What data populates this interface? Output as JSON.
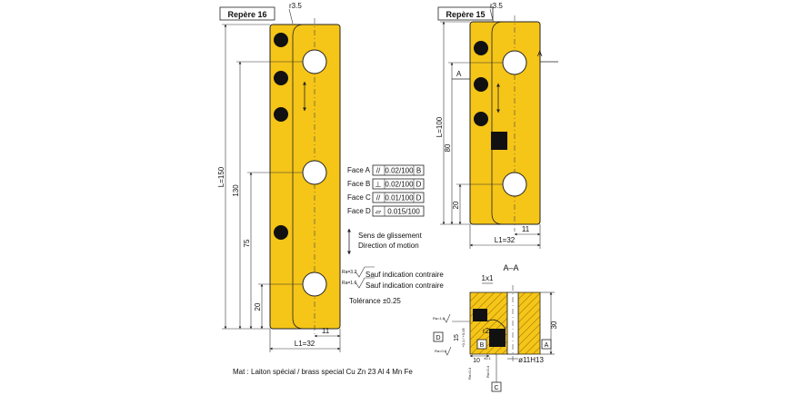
{
  "part16": {
    "label": "Repère 16",
    "radius": "r3.5",
    "dim_length": "L=150",
    "dim_130": "130",
    "dim_75": "75",
    "dim_20": "20",
    "dim_11": "11",
    "dim_width": "L1=32"
  },
  "part15": {
    "label": "Repère 15",
    "radius": "r3.5",
    "dim_length": "L=100",
    "dim_80": "80",
    "dim_20": "20",
    "dim_11": "11",
    "dim_width": "L1=32",
    "section_mark": "A"
  },
  "tolerances": {
    "rows": [
      {
        "face": "Face A",
        "symbol": "//",
        "value": "0.02/100",
        "ref": "B"
      },
      {
        "face": "Face B",
        "symbol": "⊥",
        "value": "0.02/100",
        "ref": "D"
      },
      {
        "face": "Face C",
        "symbol": "//",
        "value": "0.01/100",
        "ref": "D"
      },
      {
        "face": "Face D",
        "symbol": "▱",
        "value": "0.015/100",
        "ref": ""
      }
    ]
  },
  "motion": {
    "line1": "Sens de glissement",
    "line2": "Direction of motion"
  },
  "roughness": {
    "ra1": "Ra=3.2",
    "ra2": "Ra=1.6",
    "note1": "Sauf indication contraire",
    "note2": "Sauf indication contraire"
  },
  "tolerance_note": "Tolérance ±0.25",
  "section": {
    "title": "A–A",
    "chamfer": "1x1",
    "dim_30": "30",
    "radius": "r2",
    "dim_10": "10",
    "dim_10_tol": "±0.1",
    "dim_15": "15",
    "dim_15_tol": "+0.1 / +0.05",
    "hole": "ø11H13",
    "label_A": "A",
    "label_B": "B",
    "label_C": "C",
    "label_D": "D",
    "ra_a": "Ra=1.6",
    "ra_b": "Ra=0.4",
    "ra_c": "Ra=0.4",
    "ra_d": "Ra=0.4"
  },
  "material": "Mat : Laiton spécial / brass special Cu Zn 23 Al 4 Mn Fe",
  "colors": {
    "brass": "#f5c518",
    "ink": "#111111"
  }
}
